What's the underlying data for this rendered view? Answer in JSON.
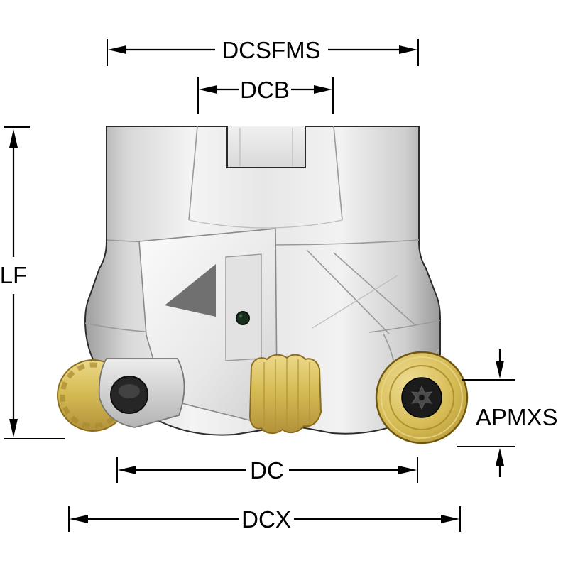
{
  "diagram": {
    "subject": "Indexable round-insert face milling cutter dimension drawing",
    "dimensions": {
      "dcsfms": {
        "label": "DCSFMS"
      },
      "dcb": {
        "label": "DCB"
      },
      "lf": {
        "label": "LF"
      },
      "dc": {
        "label": "DC"
      },
      "dcx": {
        "label": "DCX"
      },
      "apmxs": {
        "label": "APMXS"
      }
    },
    "colors": {
      "line": "#000000",
      "body_highlight": "#f4f4f4",
      "body_shadow": "#9a9a9a",
      "insert_gold": "#d7bc55",
      "insert_gold_dark": "#a8892c",
      "screw_black": "#1e1e1e",
      "coolant_dot": "#18301c",
      "background": "#ffffff"
    }
  }
}
